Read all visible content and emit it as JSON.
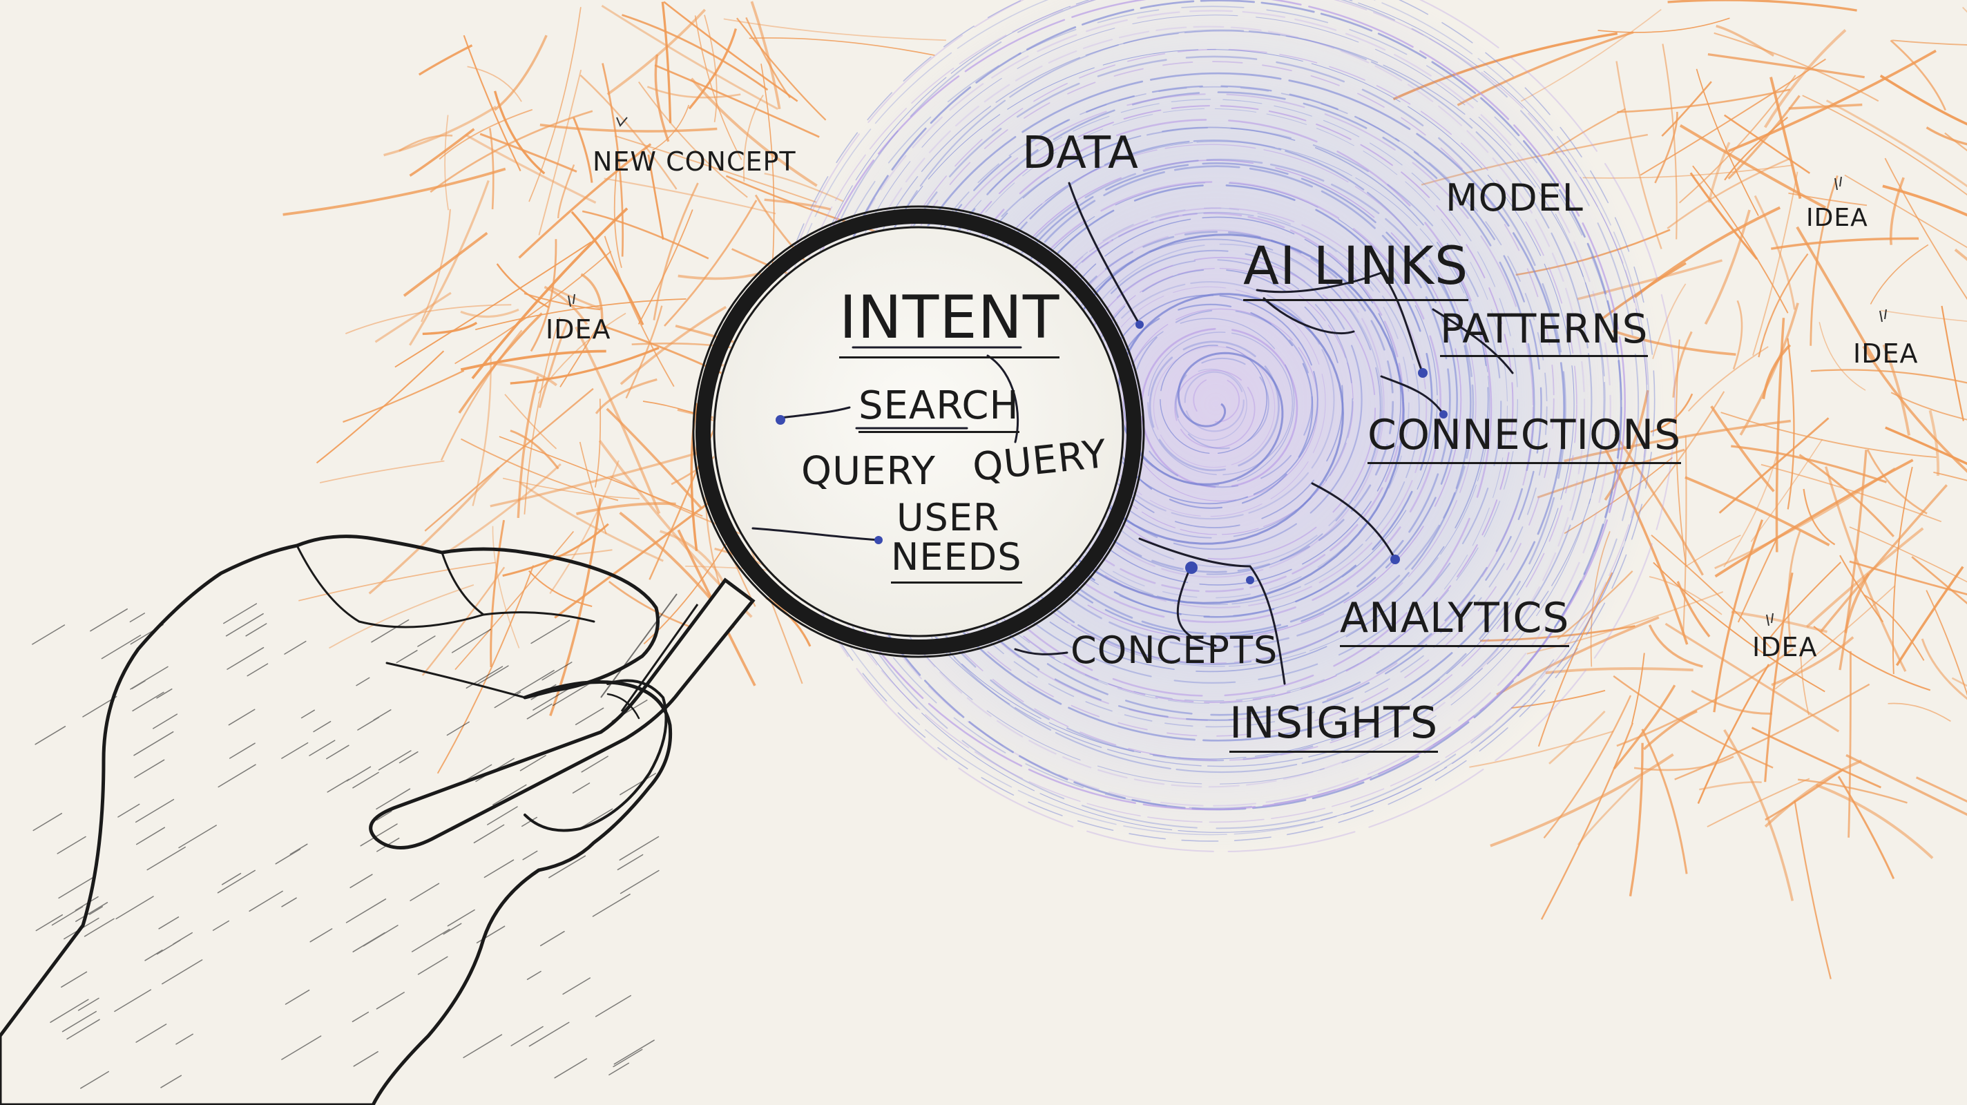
{
  "labels": {
    "new_concept": "NEW CONCEPT",
    "idea_1": "IDEA",
    "idea_2": "IDEA",
    "idea_3": "IDEA",
    "idea_4": "IDEA",
    "data": "DATA",
    "model": "MODEL",
    "ai_links": "AI LINKS",
    "patterns": "PATTERNS",
    "connections": "CONNECTIONS",
    "analytics": "ANALYTICS",
    "concepts": "CONCEPTS",
    "insights": "INSIGHTS",
    "intent": "INTENT",
    "search": "SEARCH",
    "query_1": "QUERY",
    "query_2": "QUERY",
    "user": "USER",
    "needs": "NEEDS"
  },
  "colors": {
    "paper": "#f4f1ea",
    "ink": "#1b1b1b",
    "orange_sketch": "#ef8a3a",
    "swirl_blue": "#7b86d6",
    "swirl_violet": "#b79be6"
  },
  "icons": [
    "magnifying-glass-icon",
    "hand-icon"
  ]
}
